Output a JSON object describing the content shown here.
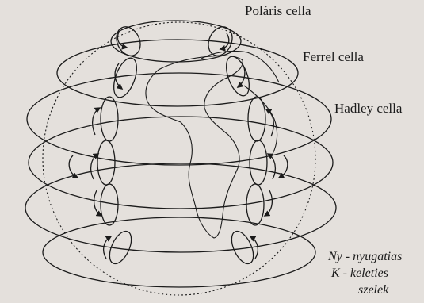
{
  "diagram": {
    "labels": {
      "polar": "Poláris cella",
      "ferrel": "Ferrel cella",
      "hadley": "Hadley cella"
    },
    "legend": {
      "line1": "Ny - nyugatias",
      "line2": "K  - keleties",
      "line3": "szelek"
    },
    "colors": {
      "ink": "#1b1b1b",
      "paper": "#e4e0dc"
    }
  }
}
